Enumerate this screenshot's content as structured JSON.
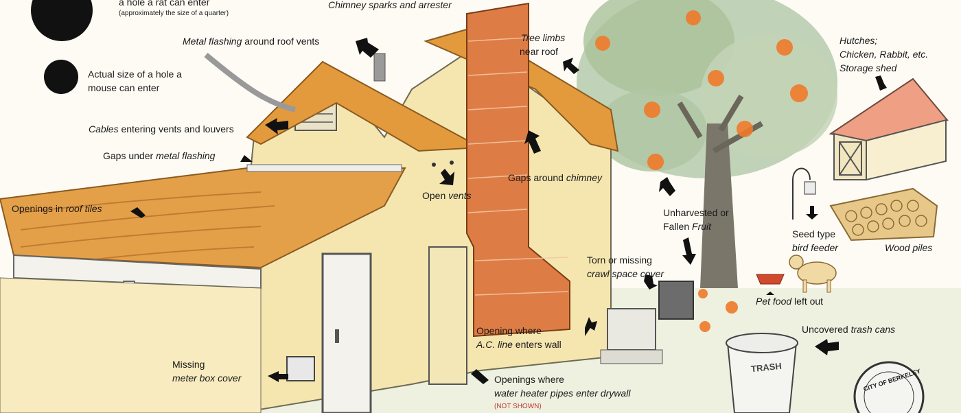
{
  "legend": {
    "rat_line1": "a hole a rat can enter",
    "rat_line2": "(approximately the size of a quarter)",
    "mouse_line1": "Actual size of a hole a",
    "mouse_line2": "mouse can enter"
  },
  "labels": {
    "chimney_sparks": "Chimney sparks and arrester",
    "metal_flashing_vents_em": "Metal flashing",
    "metal_flashing_vents_rest": " around roof vents",
    "cables_em": "Cables",
    "cables_rest": " entering vents and louvers",
    "gaps_flashing_pre": "Gaps under ",
    "gaps_flashing_em": "metal flashing",
    "roof_tiles_pre": "Openings in ",
    "roof_tiles_em": "roof tiles",
    "tree_limbs_1": "Tree limbs",
    "tree_limbs_2": "near roof",
    "open_vents_pre": "Open ",
    "open_vents_em": "vents",
    "gaps_chimney_pre": "Gaps around ",
    "gaps_chimney_em": "chimney",
    "fruit_1": "Unharvested or",
    "fruit_2_pre": "Fallen ",
    "fruit_2_em": "Fruit",
    "hutches_1": "Hutches;",
    "hutches_2": "Chicken, Rabbit, etc.",
    "hutches_3": "Storage shed",
    "seed_1": "Seed type",
    "seed_2": "bird feeder",
    "wood_piles": "Wood piles",
    "crawl_1": "Torn or missing",
    "crawl_2": "crawl space cover",
    "pet_food_em": "Pet food",
    "pet_food_rest": " left out",
    "ac_1": "Opening where",
    "ac_2_em": "A.C. line",
    "ac_2_rest": " enters wall",
    "trash_pre": "Uncovered ",
    "trash_em": "trash cans",
    "meter_1": "Missing",
    "meter_2": "meter box cover",
    "water_1": "Openings where",
    "water_2": "water heater pipes enter drywall",
    "water_3": "(NOT SHOWN)",
    "trash_can_text": "TRASH",
    "seal_text": "CITY OF BERKELEY"
  },
  "colors": {
    "roof_tile": "#e39a3c",
    "wall": "#f5e6b0",
    "brick": "#dd7d45",
    "fruit": "#ef7a2a",
    "foliage": "#a9c29a",
    "arrow": "#111111"
  }
}
